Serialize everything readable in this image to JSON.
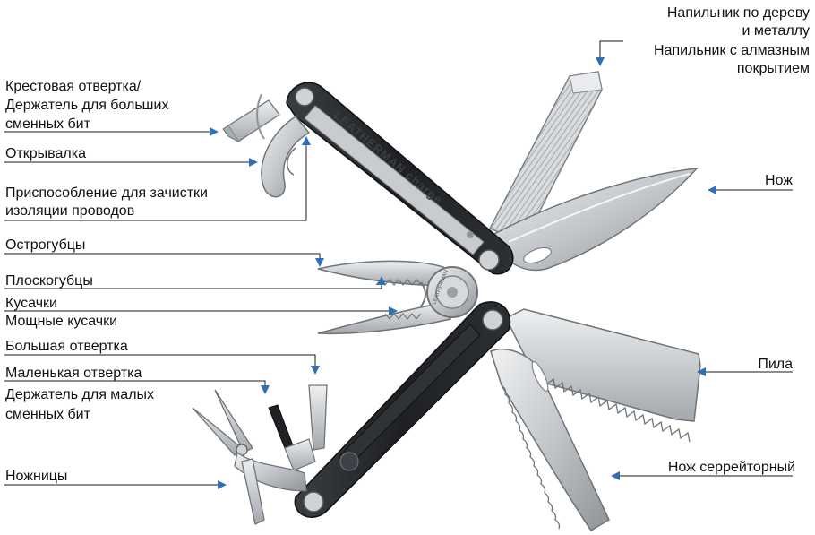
{
  "labels": {
    "file_wood_metal": [
      "Напильник по дереву",
      "и металлу"
    ],
    "file_diamond": [
      "Напильник с алмазным",
      "покрытием"
    ],
    "phillips": [
      "Крестовая отвертка/",
      "Держатель для больших",
      "сменных бит"
    ],
    "opener": "Открывалка",
    "stripper": [
      "Приспособление для зачистки",
      "изоляции проводов"
    ],
    "needlenose": "Острогубцы",
    "pliers": "Плоскогубцы",
    "cutters": "Кусачки",
    "hard_cutters": "Мощные кусачки",
    "large_screwdriver": "Большая  отвертка",
    "small_screwdriver": "Маленькая  отвертка",
    "small_bit_holder": [
      "Держатель для малых",
      "сменных бит"
    ],
    "scissors": "Ножницы",
    "knife": "Нож",
    "saw": "Пила",
    "serrated_knife": "Нож серрейторный"
  },
  "branding": {
    "handle_logo": "LEATHERMAN charge",
    "pivot_logo": "LEATHERMAN"
  },
  "colors": {
    "leader_line": "#1a1a1a",
    "arrow": "#2f6fb5",
    "steel_light": "#e4e6e8",
    "steel_mid": "#b9bdc1",
    "steel_dark": "#7d8287",
    "handle_black": "#222428"
  }
}
